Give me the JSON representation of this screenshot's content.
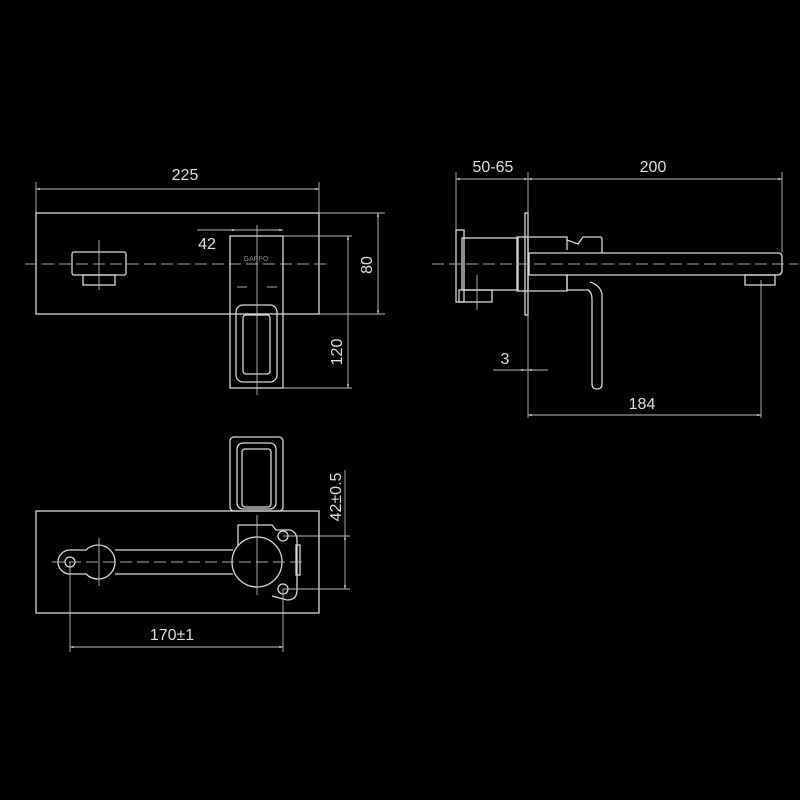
{
  "drawing": {
    "line_color": "#d8d8d8",
    "background": "#000000",
    "front_view": {
      "width_label": "225",
      "handle_width_label": "42",
      "body_height_label": "80",
      "handle_height_label": "120",
      "logo_text": "GAPPO"
    },
    "side_view": {
      "wall_depth_label": "50-65",
      "spout_length_label": "200",
      "plate_thickness_label": "3",
      "outlet_reach_label": "184"
    },
    "plan_view": {
      "hole_spacing_vertical_label": "42±0.5",
      "hole_spacing_horizontal_label": "170±1"
    }
  }
}
